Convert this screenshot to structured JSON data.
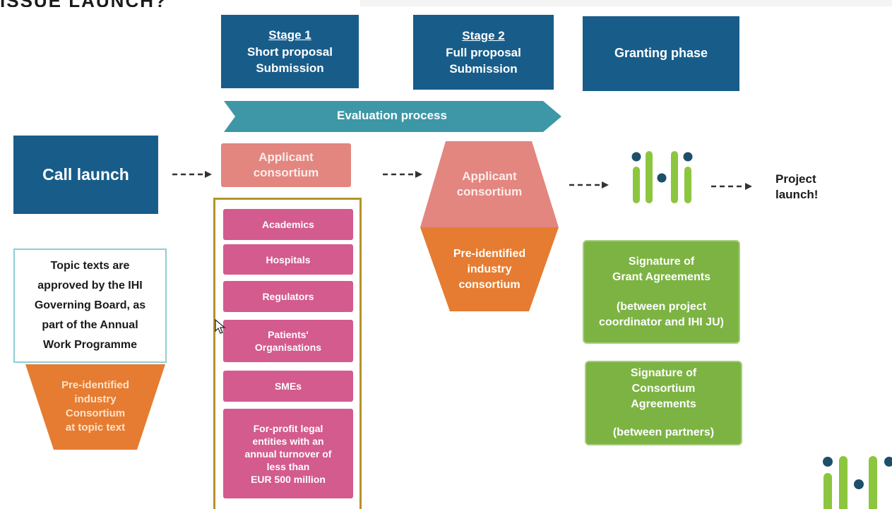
{
  "header": {
    "cut_title": "ISSUE LAUNCH?"
  },
  "stage1": {
    "title": "Stage 1",
    "line1": "Short proposal",
    "line2": "Submission"
  },
  "stage2": {
    "title": "Stage 2",
    "line1": "Full proposal",
    "line2": "Submission"
  },
  "granting": {
    "label": "Granting phase"
  },
  "evaluation": {
    "label": "Evaluation process"
  },
  "call_launch": {
    "label": "Call launch"
  },
  "applicant1": {
    "line1": "Applicant",
    "line2": "consortium"
  },
  "applicant2": {
    "line1": "Applicant",
    "line2": "consortium"
  },
  "preidentified2": {
    "line1": "Pre-identified",
    "line2": "industry",
    "line3": "consortium"
  },
  "topic_box": {
    "line1": "Topic texts are",
    "line2": "approved by the IHI",
    "line3": "Governing Board, as",
    "line4": "part of the Annual",
    "line5": "Work Programme"
  },
  "preidentified1": {
    "line1": "Pre-identified",
    "line2": "industry",
    "line3": "Consortium",
    "line4": "at topic text"
  },
  "members": [
    {
      "lines": [
        "Academics"
      ]
    },
    {
      "lines": [
        "Hospitals"
      ]
    },
    {
      "lines": [
        "Regulators"
      ]
    },
    {
      "lines": [
        "Patients'",
        "Organisations"
      ]
    },
    {
      "lines": [
        "SMEs"
      ]
    },
    {
      "lines": [
        "For-profit legal",
        "entities with an",
        "annual turnover of",
        "less than",
        "EUR 500 million"
      ]
    }
  ],
  "grant": {
    "line1": "Signature of",
    "line2": "Grant Agreements",
    "line3": "(between project",
    "line4": "coordinator and IHI JU)"
  },
  "consortium": {
    "line1": "Signature of",
    "line2": "Consortium",
    "line3": "Agreements",
    "line4": "(between partners)"
  },
  "project_launch": {
    "line1": "Project",
    "line2": "launch!"
  },
  "arrow_text": "- - -",
  "colors": {
    "navy": "#185d8a",
    "teal": "#3d97a6",
    "salmon": "#e38680",
    "pink": "#d35b8e",
    "orange": "#e57c31",
    "green": "#7cb342",
    "gold": "#b5922c",
    "ihi_green": "#8cc63f",
    "ihi_navy": "#1d4f6b"
  }
}
